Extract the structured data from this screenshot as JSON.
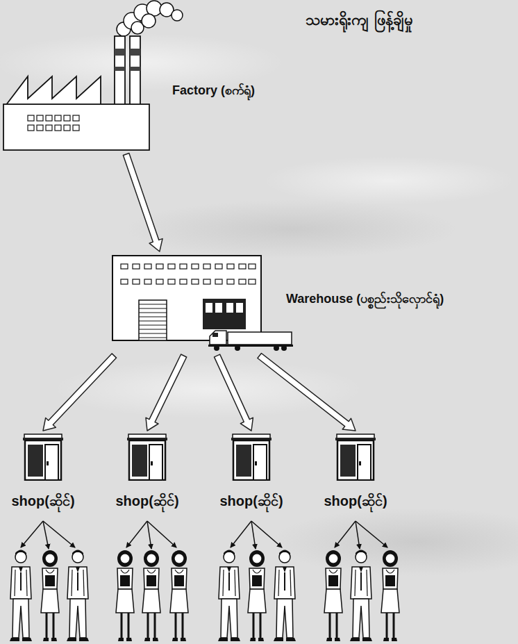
{
  "diagram": {
    "title": "သမားရိုးကျ ဖြန့်ချိမှု",
    "nodes": [
      {
        "text": [
          "Factory (စက်ရုံ)"
        ]
      },
      {
        "text": [
          "Warehouse (ပစ္စည်းသိုလှောင်ရုံ)"
        ]
      },
      {
        "text": [
          "shop(ဆိုင်)"
        ]
      },
      {
        "text": [
          "shop(ဆိုင်)"
        ]
      },
      {
        "text": [
          "shop(ဆိုင်)"
        ]
      },
      {
        "text": [
          "shop(ဆိုင်)"
        ]
      }
    ],
    "edges": [
      {
        "from": 0,
        "to": 1,
        "arrow": "to"
      },
      {
        "from": 1,
        "to": 2,
        "arrow": "to"
      },
      {
        "from": 1,
        "to": 3,
        "arrow": "to"
      },
      {
        "from": 1,
        "to": 4,
        "arrow": "to"
      },
      {
        "from": 1,
        "to": 5,
        "arrow": "to"
      }
    ]
  }
}
